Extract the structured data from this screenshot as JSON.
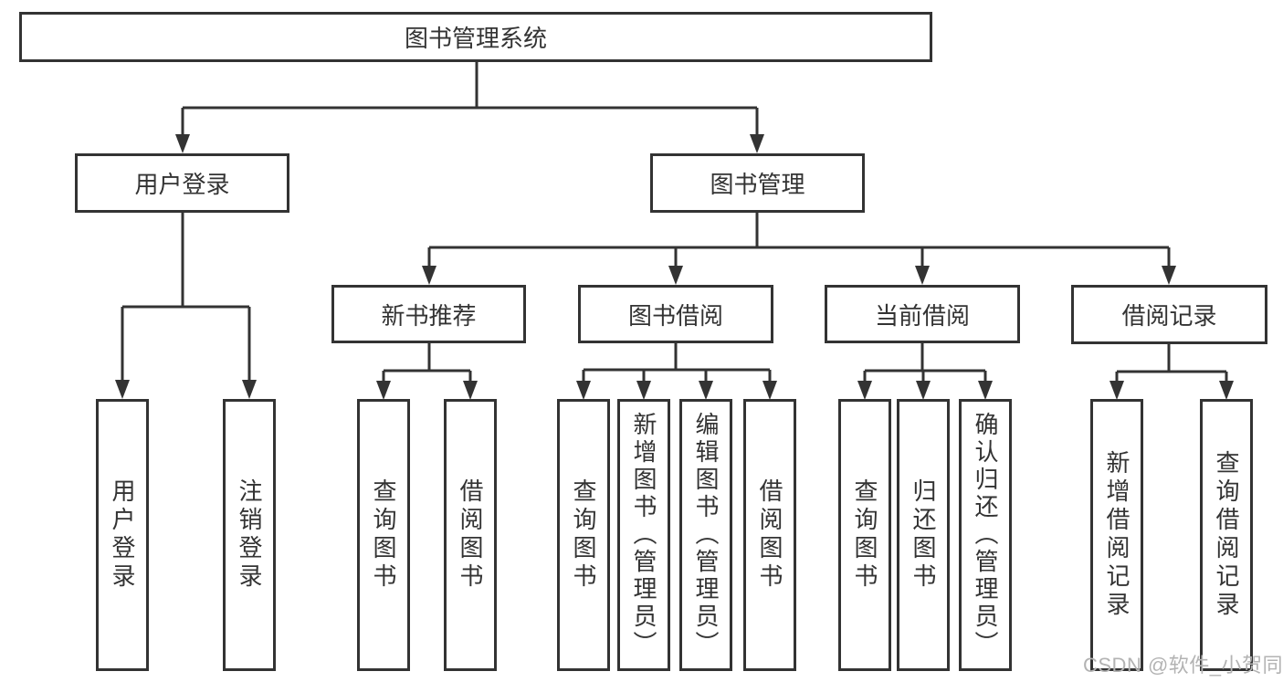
{
  "diagram": {
    "root": {
      "label": "图书管理系统"
    },
    "level2": {
      "user_login": {
        "label": "用户登录"
      },
      "book_management": {
        "label": "图书管理"
      }
    },
    "level3": {
      "new_book": {
        "label": "新书推荐"
      },
      "borrow": {
        "label": "图书借阅"
      },
      "current": {
        "label": "当前借阅"
      },
      "records": {
        "label": "借阅记录"
      }
    },
    "leaves": {
      "user_login": [
        "用户登录",
        "注销登录"
      ],
      "new_book": [
        "查询图书",
        "借阅图书"
      ],
      "borrow": [
        "查询图书",
        "新增图书（管理员）",
        "编辑图书（管理员）",
        "借阅图书"
      ],
      "current": [
        "查询图书",
        "归还图书",
        "确认归还（管理员）"
      ],
      "records": [
        "新增借阅记录",
        "查询借阅记录"
      ]
    }
  },
  "watermark": {
    "text": "CSDN @软件_小贺同学"
  },
  "colors": {
    "line": "#333333",
    "text": "#333333",
    "background": "#ffffff",
    "watermark": "#b3b3b3"
  }
}
